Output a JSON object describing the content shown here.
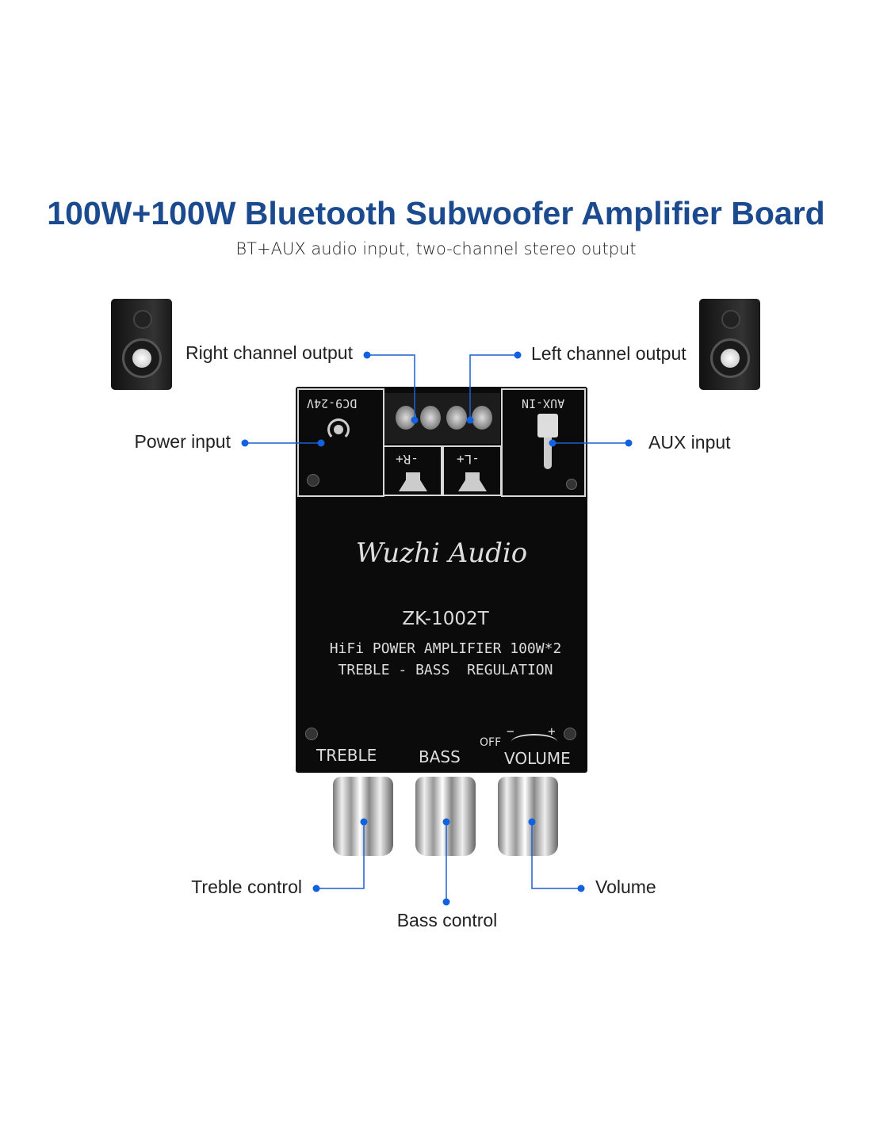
{
  "title": "100W+100W Bluetooth Subwoofer Amplifier Board",
  "subtitle": "BT+AUX audio input, two-channel stereo output",
  "callouts": {
    "right_channel": "Right channel output",
    "left_channel": "Left channel output",
    "power": "Power input",
    "aux": "AUX input",
    "treble": "Treble control",
    "bass": "Bass control",
    "volume": "Volume"
  },
  "board": {
    "power_label": "DC9-24V",
    "aux_label": "AUX-IN",
    "r_label": "-R+",
    "l_label": "-L+",
    "brand": "Wuzhi Audio",
    "model": "ZK-1002T",
    "line1": "HiFi POWER AMPLIFIER 100W*2",
    "line2": "TREBLE - BASS  REGULATION",
    "treble": "TREBLE",
    "bass": "BASS",
    "volume": "VOLUME",
    "off": "OFF",
    "minus": "−",
    "plus": "+"
  },
  "colors": {
    "title": "#1b4a8e",
    "callout_line": "#1c5fd0",
    "callout_dot": "#1262e0"
  }
}
